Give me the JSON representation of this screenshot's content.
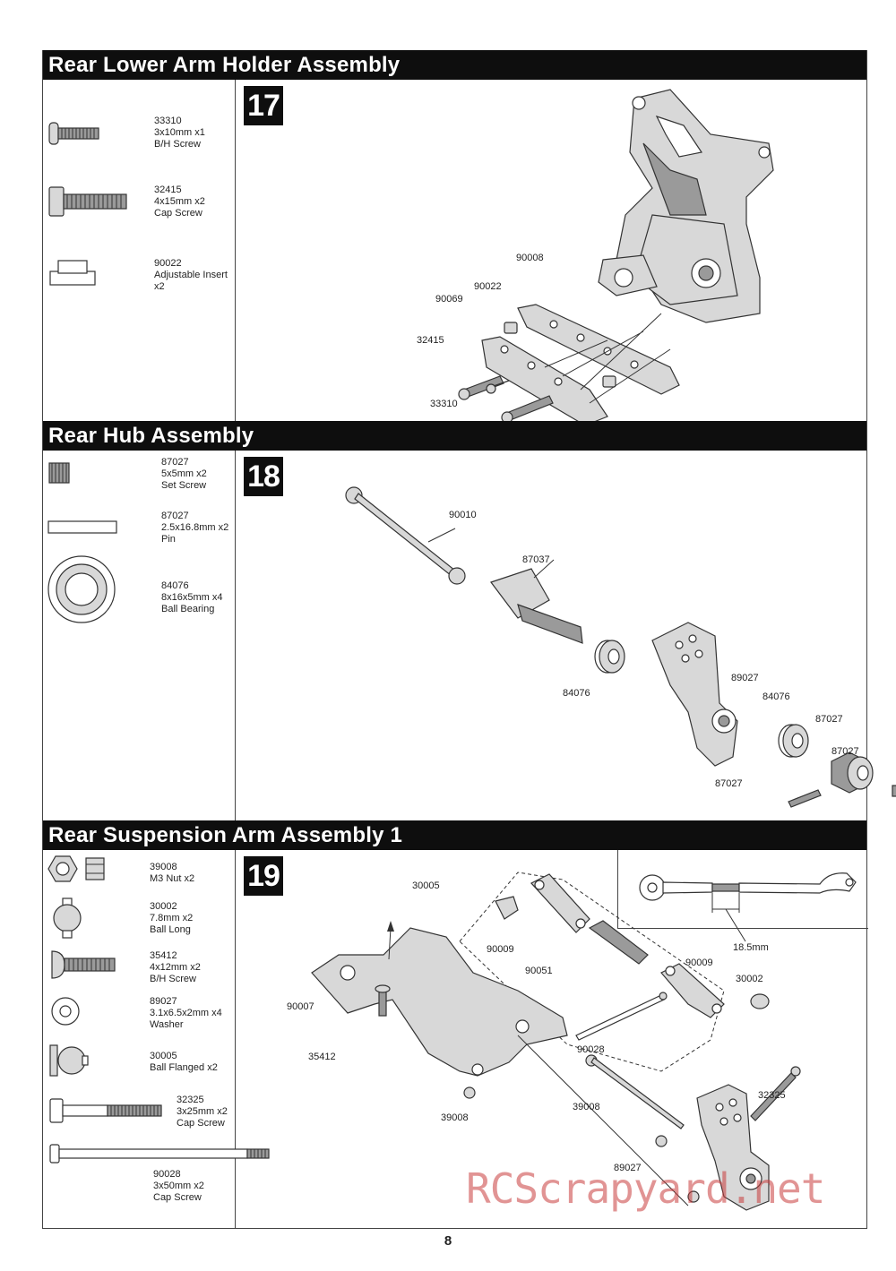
{
  "sections": [
    {
      "title": "Rear Lower Arm Holder Assembly",
      "step": "17",
      "parts": [
        {
          "code": "33310",
          "desc": "3x10mm x1\nB/H Screw",
          "icon": "button-head-screw-icon"
        },
        {
          "code": "32415",
          "desc": "4x15mm x2\nCap Screw",
          "icon": "cap-screw-icon"
        },
        {
          "code": "90022",
          "desc": "Adjustable Insert\nx2",
          "icon": "insert-icon"
        }
      ],
      "callouts": [
        "90008",
        "90022",
        "90069",
        "32415",
        "33310"
      ]
    },
    {
      "title": "Rear Hub Assembly",
      "step": "18",
      "parts": [
        {
          "code": "87027",
          "desc": "5x5mm x2\nSet Screw",
          "icon": "set-screw-icon"
        },
        {
          "code": "87027",
          "desc": "2.5x16.8mm x2\nPin",
          "icon": "pin-icon"
        },
        {
          "code": "84076",
          "desc": "8x16x5mm x4\nBall Bearing",
          "icon": "ball-bearing-icon"
        }
      ],
      "callouts": [
        "90010",
        "87037",
        "84076",
        "89027",
        "84076",
        "87027",
        "87027",
        "87027"
      ]
    },
    {
      "title": "Rear Suspension Arm Assembly 1",
      "step": "19",
      "parts": [
        {
          "code": "39008",
          "desc": "M3 Nut x2",
          "icon": "nut-icon"
        },
        {
          "code": "30002",
          "desc": "7.8mm x2\nBall Long",
          "icon": "ball-long-icon"
        },
        {
          "code": "35412",
          "desc": "4x12mm x2\nB/H Screw",
          "icon": "button-head-screw-icon"
        },
        {
          "code": "89027",
          "desc": "3.1x6.5x2mm x4\nWasher",
          "icon": "washer-icon"
        },
        {
          "code": "30005",
          "desc": "Ball Flanged x2",
          "icon": "ball-flanged-icon"
        },
        {
          "code": "32325",
          "desc": "3x25mm x2\nCap Screw",
          "icon": "cap-screw-icon"
        },
        {
          "code": "90028",
          "desc": "3x50mm x2\nCap Screw",
          "icon": "long-screw-icon"
        }
      ],
      "callouts": [
        "30005",
        "90009",
        "90051",
        "90009",
        "30002",
        "90007",
        "35412",
        "90028",
        "32325",
        "39008",
        "39008",
        "89027"
      ],
      "inset_label": "18.5mm"
    }
  ],
  "page_number": "8",
  "watermark": "RCScrapyard.net"
}
